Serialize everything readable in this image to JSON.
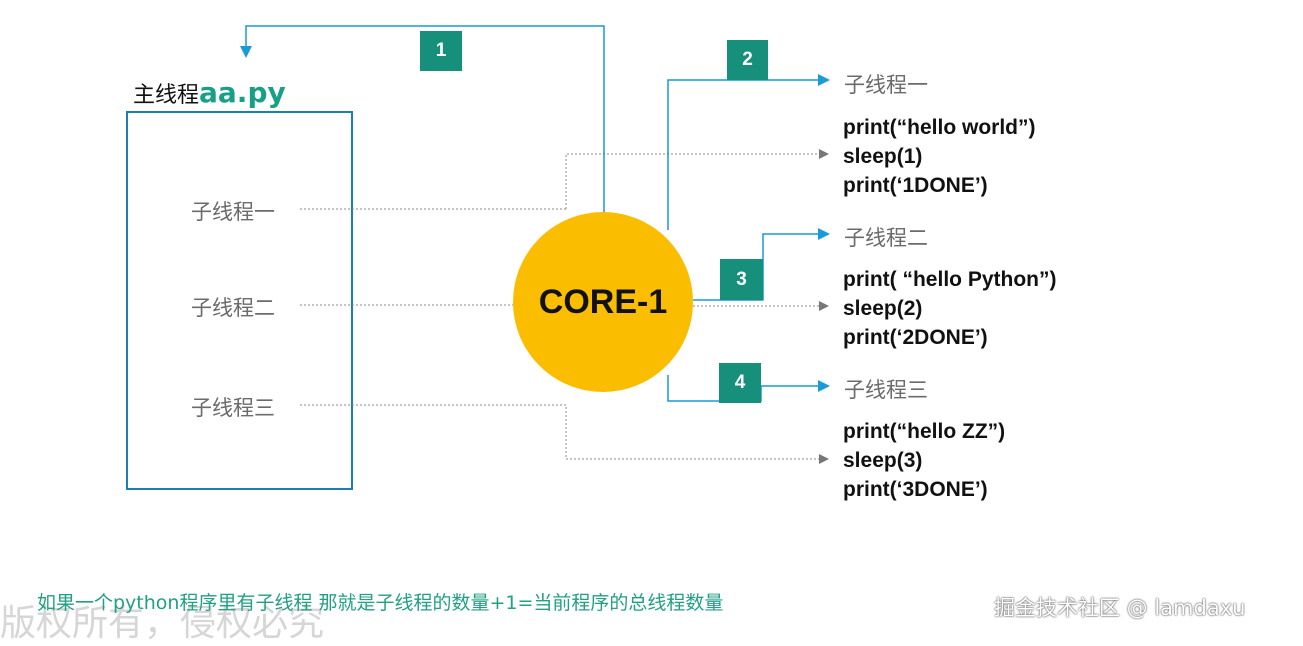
{
  "main_thread": {
    "title_cn": "主线程",
    "title_file": "aa.py"
  },
  "left_labels": [
    "子线程一",
    "子线程二",
    "子线程三"
  ],
  "core": {
    "label": "CORE-1",
    "color": "#fbbd00"
  },
  "steps": [
    "1",
    "2",
    "3",
    "4"
  ],
  "sub_threads": [
    {
      "label": "子线程一",
      "code": [
        "print(“hello world”)",
        "sleep(1)",
        "print(‘1DONE’)"
      ]
    },
    {
      "label": "子线程二",
      "code": [
        "print( “hello Python”)",
        "sleep(2)",
        "print(‘2DONE’)"
      ]
    },
    {
      "label": "子线程三",
      "code": [
        "print(“hello ZZ”)",
        "sleep(3)",
        "print(‘3DONE’)"
      ]
    }
  ],
  "footer": {
    "note": "如果一个python程序里有子线程 那就是子线程的数量+1=当前程序的总线程数量",
    "watermark": "版权所有，侵权必究",
    "credit": "掘金技术社区 @ lamdaxu"
  },
  "colors": {
    "accent": "#17907b",
    "arrow": "#1a9ad6",
    "box": "#1a7fb5"
  }
}
